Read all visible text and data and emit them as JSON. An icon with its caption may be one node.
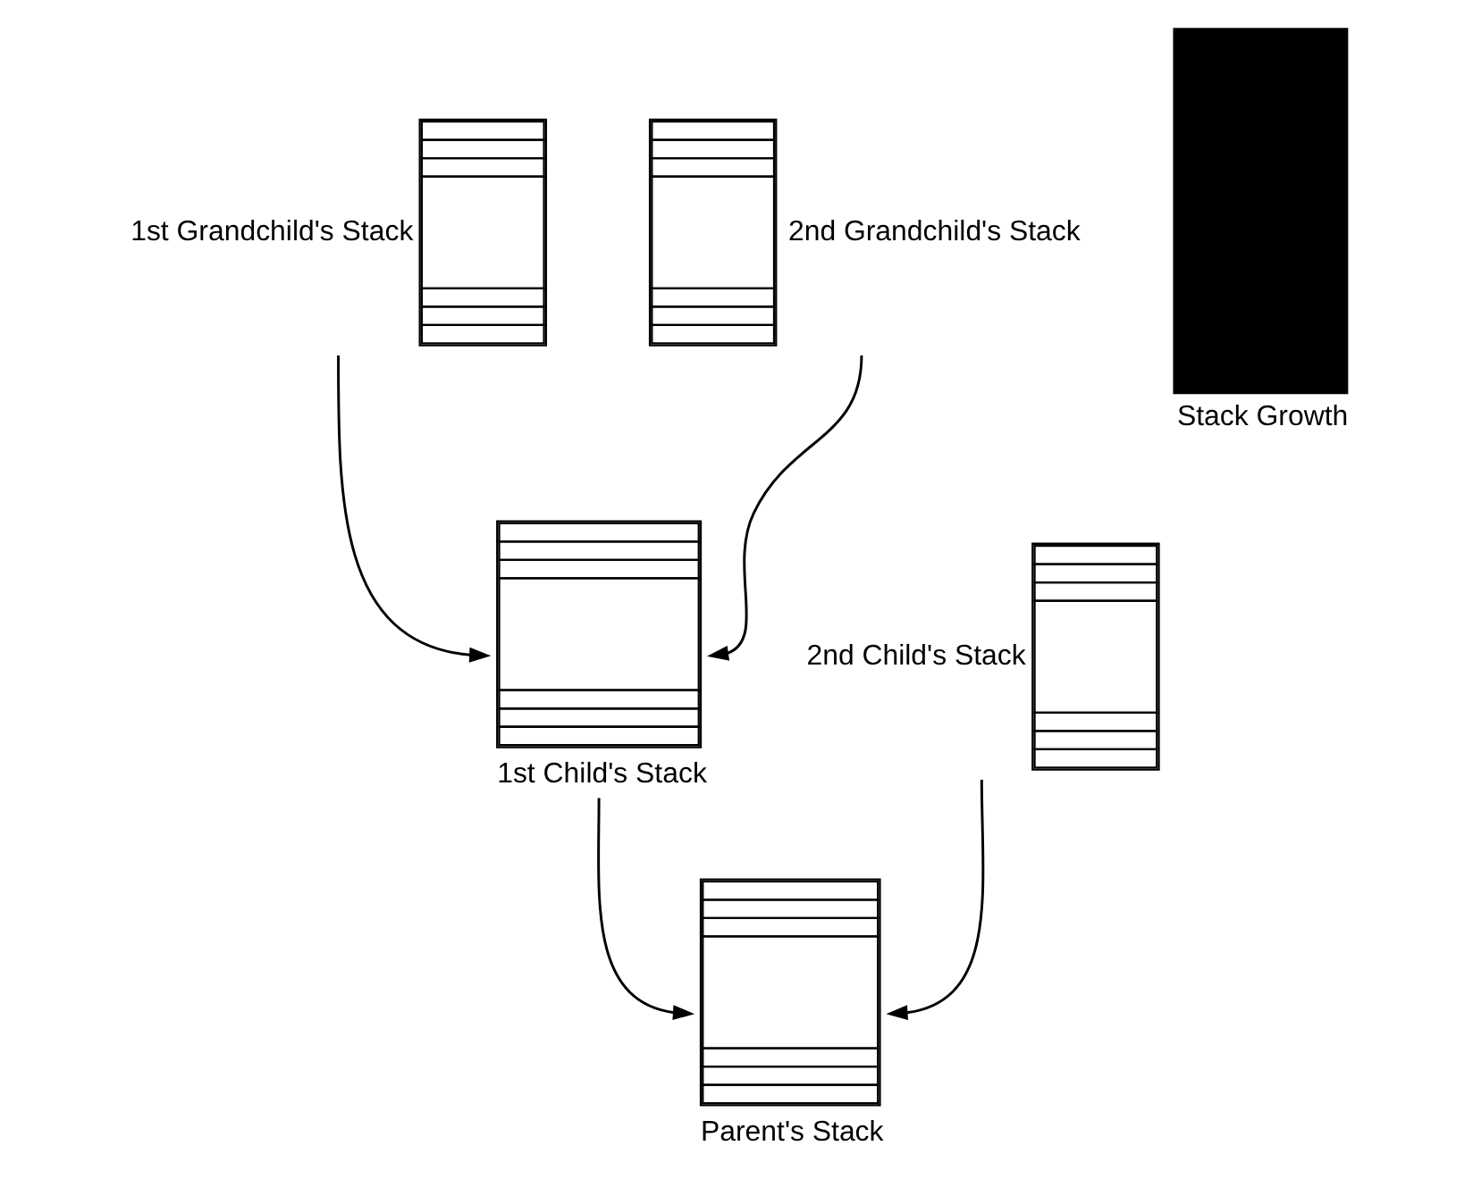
{
  "diagram": {
    "nodes": [
      {
        "text": [],
        "shape": "box",
        "beside": [
          "1st Grandchild's Stack"
        ]
      },
      {
        "text": [],
        "shape": "box",
        "beside": [
          "2nd Grandchild's Stack"
        ]
      },
      {
        "text": [],
        "shape": "box",
        "beside": [
          "1st Child's Stack"
        ]
      },
      {
        "text": [],
        "shape": "box",
        "beside": [
          "2nd Child's Stack"
        ]
      },
      {
        "text": [],
        "shape": "box",
        "beside": [
          "Parent's Stack"
        ]
      }
    ],
    "edges": [
      {
        "from": 0,
        "to": 2,
        "arrow": "to"
      },
      {
        "from": 1,
        "to": 2,
        "arrow": "to"
      },
      {
        "from": 2,
        "to": 4,
        "arrow": "to"
      },
      {
        "from": 3,
        "to": 4,
        "arrow": "to"
      }
    ],
    "labels": [
      "Stack Growth"
    ]
  }
}
